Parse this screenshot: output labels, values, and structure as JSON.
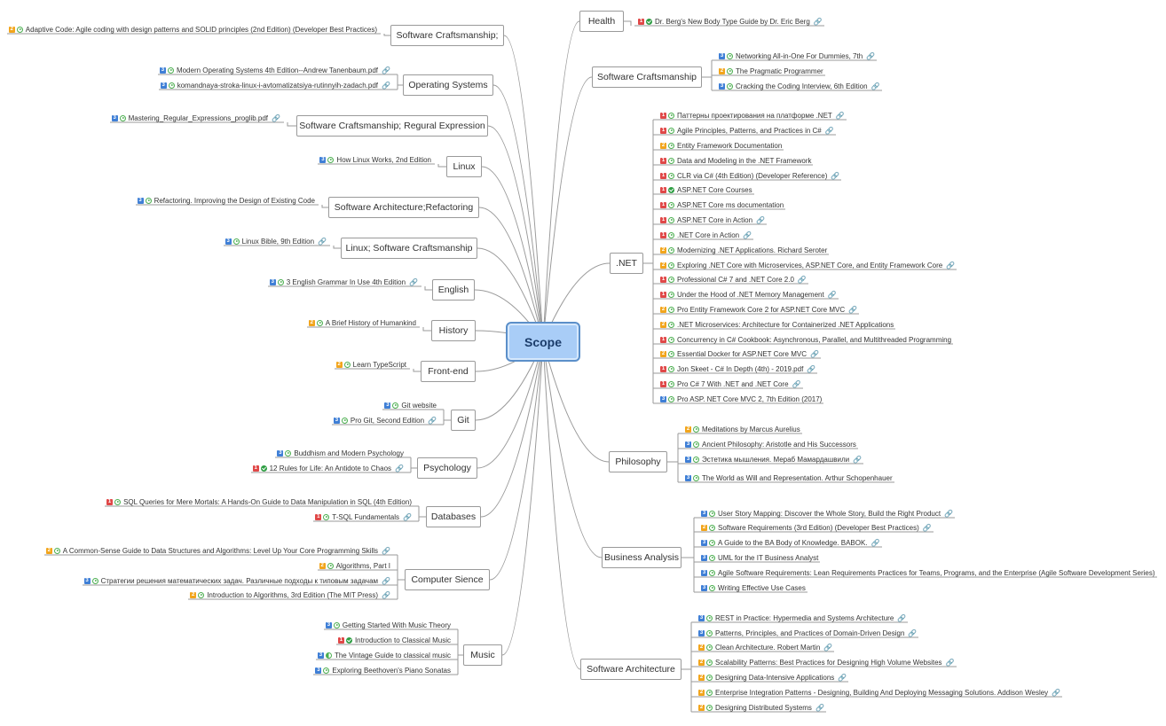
{
  "central": {
    "label": "Scope"
  },
  "colors": {
    "p1": "#e04848",
    "p2": "#f2a51c",
    "p3": "#3f7fd6",
    "status": "#2e9e43",
    "central": "#a9cdf7"
  },
  "branches": [
    {
      "id": "health",
      "label": "Health",
      "items": [
        {
          "label": "Dr. Berg's New Body Type Guide by Dr. Eric Berg",
          "priority": 1,
          "status": "done",
          "link": true
        }
      ]
    },
    {
      "id": "swcraft-r",
      "label": "Software Craftsmanship",
      "items": [
        {
          "label": "Networking All-in-One For Dummies, 7th",
          "priority": 3,
          "status": "play",
          "link": true
        },
        {
          "label": "The Pragmatic Programmer",
          "priority": 2,
          "status": "play",
          "link": false
        },
        {
          "label": "Cracking the Coding Interview, 6th Edition",
          "priority": 3,
          "status": "play",
          "link": true
        }
      ]
    },
    {
      "id": "dotnet",
      "label": ".NET",
      "items": [
        {
          "label": "Паттерны проектирования на платформе .NET",
          "priority": 1,
          "status": "play",
          "link": true
        },
        {
          "label": "Agile Principles, Patterns, and Practices in C#",
          "priority": 1,
          "status": "play",
          "link": true
        },
        {
          "label": "Entity Framework Documentation",
          "priority": 2,
          "status": "play",
          "link": false
        },
        {
          "label": "Data and Modeling in the .NET Framework",
          "priority": 1,
          "status": "play",
          "link": false
        },
        {
          "label": "CLR via C# (4th Edition) (Developer Reference)",
          "priority": 1,
          "status": "play",
          "link": true
        },
        {
          "label": "ASP.NET Core Courses",
          "priority": 1,
          "status": "done",
          "link": false
        },
        {
          "label": "ASP.NET Core ms documentation",
          "priority": 1,
          "status": "play",
          "link": false
        },
        {
          "label": "ASP.NET Core in Action",
          "priority": 1,
          "status": "play",
          "link": true
        },
        {
          "label": ".NET Core in Action",
          "priority": 1,
          "status": "play",
          "link": true
        },
        {
          "label": "Modernizing .NET Applications. Richard Seroter",
          "priority": 2,
          "status": "play",
          "link": false
        },
        {
          "label": "Exploring .NET Core with Microservices, ASP.NET Core, and Entity Framework Core",
          "priority": 2,
          "status": "play",
          "link": true
        },
        {
          "label": "Professional C# 7 and .NET Core 2.0",
          "priority": 1,
          "status": "play",
          "link": true
        },
        {
          "label": "Under the Hood of .NET Memory Management",
          "priority": 1,
          "status": "play",
          "link": true
        },
        {
          "label": "Pro Entity Framework Core 2 for ASP.NET Core MVC",
          "priority": 2,
          "status": "play",
          "link": true
        },
        {
          "label": ".NET Microservices: Architecture for Containerized .NET Applications",
          "priority": 2,
          "status": "play",
          "link": false
        },
        {
          "label": "Concurrency in C# Cookbook: Asynchronous, Parallel, and Multithreaded Programming",
          "priority": 1,
          "status": "play",
          "link": false
        },
        {
          "label": "Essential Docker for ASP.NET Core MVC",
          "priority": 2,
          "status": "play",
          "link": true
        },
        {
          "label": "Jon Skeet - C# In Depth (4th) - 2019.pdf",
          "priority": 1,
          "status": "play",
          "link": true
        },
        {
          "label": "Pro C# 7 With .NET and .NET Core",
          "priority": 1,
          "status": "play",
          "link": true
        },
        {
          "label": "Pro ASP. NET Core MVC 2, 7th Edition (2017)",
          "priority": 3,
          "status": "play",
          "link": false
        }
      ]
    },
    {
      "id": "philosophy",
      "label": "Philosophy",
      "items": [
        {
          "label": "Meditations by Marcus Aurelius",
          "priority": 2,
          "status": "play",
          "link": false
        },
        {
          "label": "Ancient Philosophy: Aristotle and His Successors",
          "priority": 3,
          "status": "play",
          "link": false
        },
        {
          "label": "Эстетика мышления. Мераб Мамардашвили",
          "priority": 3,
          "status": "play",
          "link": true
        },
        {
          "label": "The World as Will and Representation. Arthur Schopenhauer",
          "priority": 3,
          "status": "play",
          "link": false
        }
      ]
    },
    {
      "id": "ba",
      "label": "Business Analysis",
      "items": [
        {
          "label": "User Story Mapping: Discover the Whole Story, Build the Right Product",
          "priority": 3,
          "status": "play",
          "link": true
        },
        {
          "label": "Software Requirements (3rd Edition) (Developer Best Practices)",
          "priority": 2,
          "status": "play",
          "link": true
        },
        {
          "label": "A Guide to the BA Body of Knowledge. BABOK.",
          "priority": 3,
          "status": "play",
          "link": true
        },
        {
          "label": "UML for the IT Business Analyst",
          "priority": 3,
          "status": "play",
          "link": false
        },
        {
          "label": "Agile Software Requirements: Lean Requirements Practices for Teams, Programs, and the Enterprise (Agile Software Development Series)",
          "priority": 3,
          "status": "play",
          "link": false
        },
        {
          "label": "Writing Effective Use Cases",
          "priority": 3,
          "status": "play",
          "link": false
        }
      ]
    },
    {
      "id": "swarch",
      "label": "Software Architecture",
      "items": [
        {
          "label": "REST in Practice: Hypermedia and Systems Architecture",
          "priority": 3,
          "status": "play",
          "link": true
        },
        {
          "label": "Patterns, Principles, and Practices of Domain-Driven Design",
          "priority": 3,
          "status": "play",
          "link": true
        },
        {
          "label": "Clean Architecture. Robert Martin",
          "priority": 2,
          "status": "play",
          "link": true
        },
        {
          "label": "Scalability Patterns: Best Practices for Designing High Volume Websites",
          "priority": 2,
          "status": "play",
          "link": true
        },
        {
          "label": "Designing Data-Intensive Applications",
          "priority": 2,
          "status": "play",
          "link": true
        },
        {
          "label": "Enterprise Integration Patterns - Designing, Building And Deploying Messaging Solutions. Addison Wesley",
          "priority": 2,
          "status": "play",
          "link": true
        },
        {
          "label": "Designing Distributed Systems",
          "priority": 2,
          "status": "play",
          "link": true
        }
      ]
    },
    {
      "id": "swcraft-l",
      "label": "Software Craftsmanship;",
      "items": [
        {
          "label": "Adaptive Code: Agile coding with design patterns and SOLID principles (2nd Edition) (Developer Best Practices)",
          "priority": 2,
          "status": "play",
          "link": false
        }
      ]
    },
    {
      "id": "os",
      "label": "Operating Systems",
      "items": [
        {
          "label": "Modern Operating Systems 4th Edition--Andrew Tanenbaum.pdf",
          "priority": 3,
          "status": "play",
          "link": true
        },
        {
          "label": "komandnaya-stroka-linux-i-avtomatizatsiya-rutinnyih-zadach.pdf",
          "priority": 3,
          "status": "play",
          "link": true
        }
      ]
    },
    {
      "id": "regex",
      "label": "Software Craftsmanship; Regural Expression",
      "items": [
        {
          "label": "Mastering_Regular_Expressions_proglib.pdf",
          "priority": 3,
          "status": "play",
          "link": true
        }
      ]
    },
    {
      "id": "linux",
      "label": "Linux",
      "items": [
        {
          "label": "How Linux Works, 2nd Edition",
          "priority": 3,
          "status": "play",
          "link": false
        }
      ]
    },
    {
      "id": "refactor",
      "label": "Software Architecture;Refactoring",
      "items": [
        {
          "label": "Refactoring. Improving the Design of Existing Code",
          "priority": 3,
          "status": "play",
          "link": false
        }
      ]
    },
    {
      "id": "linuxsc",
      "label": "Linux; Software Craftsmanship",
      "items": [
        {
          "label": "Linux Bible, 9th Edition",
          "priority": 3,
          "status": "play",
          "link": true
        }
      ]
    },
    {
      "id": "english",
      "label": "English",
      "items": [
        {
          "label": "3 English Grammar In Use 4th Edition",
          "priority": 3,
          "status": "play",
          "link": true
        }
      ]
    },
    {
      "id": "history",
      "label": "History",
      "items": [
        {
          "label": "A Brief History of Humankind",
          "priority": 2,
          "status": "play",
          "link": false
        }
      ]
    },
    {
      "id": "frontend",
      "label": "Front-end",
      "items": [
        {
          "label": "Learn TypeScript",
          "priority": 2,
          "status": "play",
          "link": false
        }
      ]
    },
    {
      "id": "git",
      "label": "Git",
      "items": [
        {
          "label": "Git website",
          "priority": 3,
          "status": "play",
          "link": false
        },
        {
          "label": "Pro Git, Second Edition",
          "priority": 3,
          "status": "play",
          "link": true
        }
      ]
    },
    {
      "id": "psychology",
      "label": "Psychology",
      "items": [
        {
          "label": "Buddhism and Modern Psychology",
          "priority": 3,
          "status": "play",
          "link": false
        },
        {
          "label": "12 Rules for Life: An Antidote to Chaos",
          "priority": 1,
          "status": "done",
          "link": true
        }
      ]
    },
    {
      "id": "databases",
      "label": "Databases",
      "items": [
        {
          "label": "SQL Queries for Mere Mortals: A Hands-On Guide to Data Manipulation in SQL (4th Edition)",
          "priority": 1,
          "status": "play",
          "link": false
        },
        {
          "label": "T-SQL Fundamentals",
          "priority": 1,
          "status": "play",
          "link": true
        }
      ]
    },
    {
      "id": "cs",
      "label": "Computer Sience",
      "items": [
        {
          "label": "A Common-Sense Guide to Data Structures and Algorithms: Level Up Your Core Programming Skills",
          "priority": 2,
          "status": "play",
          "link": true
        },
        {
          "label": "Algorithms, Part I",
          "priority": 2,
          "status": "play",
          "link": false
        },
        {
          "label": "Стратегии решения математических задач. Различные подходы к типовым задачам",
          "priority": 3,
          "status": "play",
          "link": true
        },
        {
          "label": "Introduction to Algorithms, 3rd Edition (The MIT Press)",
          "priority": 2,
          "status": "play",
          "link": true
        }
      ]
    },
    {
      "id": "music",
      "label": "Music",
      "items": [
        {
          "label": "Getting Started With Music Theory",
          "priority": 3,
          "status": "play",
          "link": false
        },
        {
          "label": "Introduction to Classical Music",
          "priority": 1,
          "status": "done",
          "link": false
        },
        {
          "label": "The Vintage Guide to classical music",
          "priority": 3,
          "status": "partial",
          "link": false
        },
        {
          "label": "Exploring Beethoven's Piano Sonatas",
          "priority": 3,
          "status": "play",
          "link": false
        }
      ]
    }
  ]
}
